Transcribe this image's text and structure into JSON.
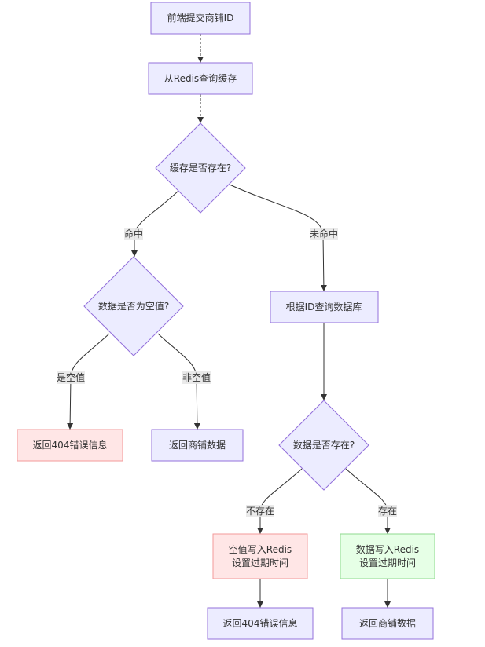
{
  "nodes": {
    "submit_shop_id": "前端提交商铺ID",
    "query_redis_cache": "从Redis查询缓存",
    "cache_exists": "缓存是否存在?",
    "data_is_null": "数据是否为空值?",
    "query_db_by_id": "根据ID查询数据库",
    "return_404_a": "返回404错误信息",
    "return_shop_data_a": "返回商铺数据",
    "data_exists": "数据是否存在?",
    "write_null_redis": [
      "空值写入Redis",
      "设置过期时间"
    ],
    "write_data_redis": [
      "数据写入Redis",
      "设置过期时间"
    ],
    "return_404_b": "返回404错误信息",
    "return_shop_data_b": "返回商铺数据"
  },
  "edges": {
    "hit": "命中",
    "miss": "未命中",
    "is_null": "是空值",
    "not_null": "非空值",
    "not_exist": "不存在",
    "exist": "存在"
  },
  "colors": {
    "background": "#ffffff",
    "node_fill": "#ececff",
    "node_stroke": "#9370db",
    "error_fill": "#ffe6e6",
    "error_stroke": "#f39a9a",
    "success_fill": "#e6ffe6",
    "success_stroke": "#8fd98f",
    "edge": "#333333",
    "label_bg": "#e8e8e8",
    "text": "#333333"
  }
}
